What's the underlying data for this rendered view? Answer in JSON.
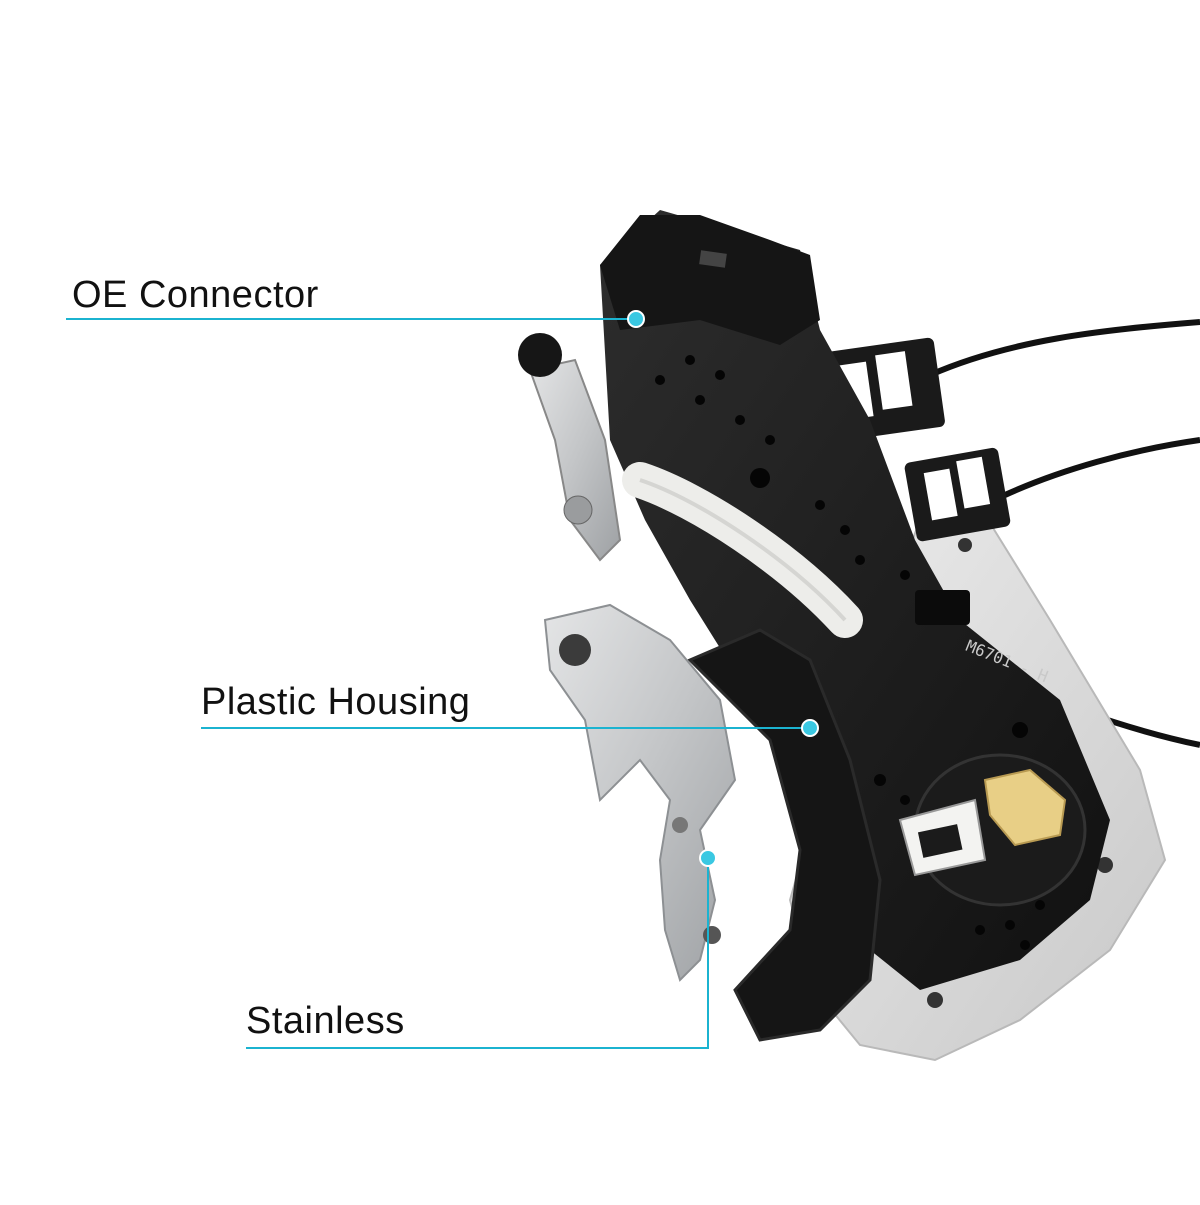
{
  "callouts": [
    {
      "id": "oe-connector",
      "label": "OE Connector"
    },
    {
      "id": "plastic-housing",
      "label": "Plastic Housing"
    },
    {
      "id": "stainless",
      "label": "Stainless"
    }
  ],
  "part_marking": "M6701 - H",
  "colors": {
    "background": "#ffffff",
    "callout_line": "#1bb3d0",
    "callout_dot": "#3ac8e2",
    "label_text": "#111111",
    "housing_black": "#1e1e1e",
    "metal_plate": "#c9cbcd",
    "rubber_base": "#dcdcdc",
    "white_plastic": "#f0f0ee",
    "yellow_clip": "#e8cf86"
  }
}
